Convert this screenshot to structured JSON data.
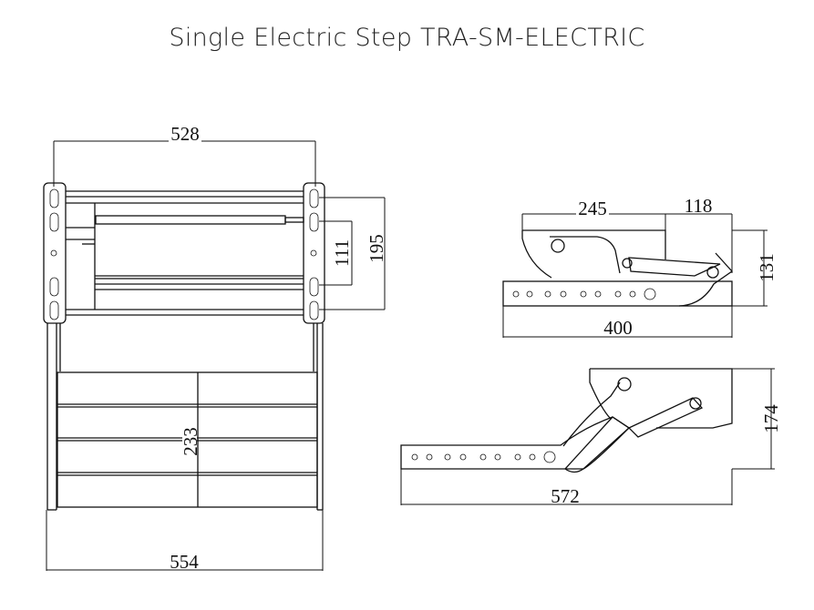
{
  "title": "Single Electric Step   TRA-SM-ELECTRIC",
  "views": {
    "front": {
      "dims": {
        "top_width": "528",
        "mount_height": "195",
        "motor_offset": "111",
        "step_depth": "233",
        "bottom_width": "554"
      }
    },
    "side_retracted": {
      "dims": {
        "mount_length": "245",
        "overhang": "118",
        "height": "131",
        "total_length": "400"
      }
    },
    "side_extended": {
      "dims": {
        "height": "174",
        "total_length": "572"
      }
    }
  }
}
